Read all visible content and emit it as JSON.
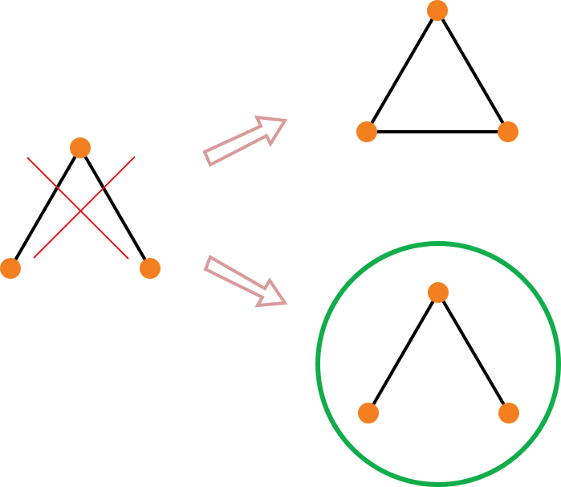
{
  "colors": {
    "background": "#ffffff",
    "edge": "#000000",
    "node": "#f47f20",
    "cross": "#e31b1b",
    "arrow": "#d99a9a",
    "circle": "#11ad4a"
  },
  "source_graph": {
    "nodes": [
      "top",
      "left",
      "right"
    ],
    "edges": [
      [
        "top",
        "left"
      ],
      [
        "top",
        "right"
      ]
    ],
    "crossed_out": true
  },
  "result_triangle": {
    "nodes": [
      "top",
      "left",
      "right"
    ],
    "edges": [
      [
        "top",
        "left"
      ],
      [
        "top",
        "right"
      ],
      [
        "left",
        "right"
      ]
    ]
  },
  "result_wedge": {
    "nodes": [
      "top",
      "left",
      "right"
    ],
    "edges": [
      [
        "top",
        "left"
      ],
      [
        "top",
        "right"
      ]
    ],
    "enclosed_in_circle": true
  },
  "arrows": [
    {
      "from": "source_graph",
      "to": "result_triangle"
    },
    {
      "from": "source_graph",
      "to": "result_wedge"
    }
  ]
}
